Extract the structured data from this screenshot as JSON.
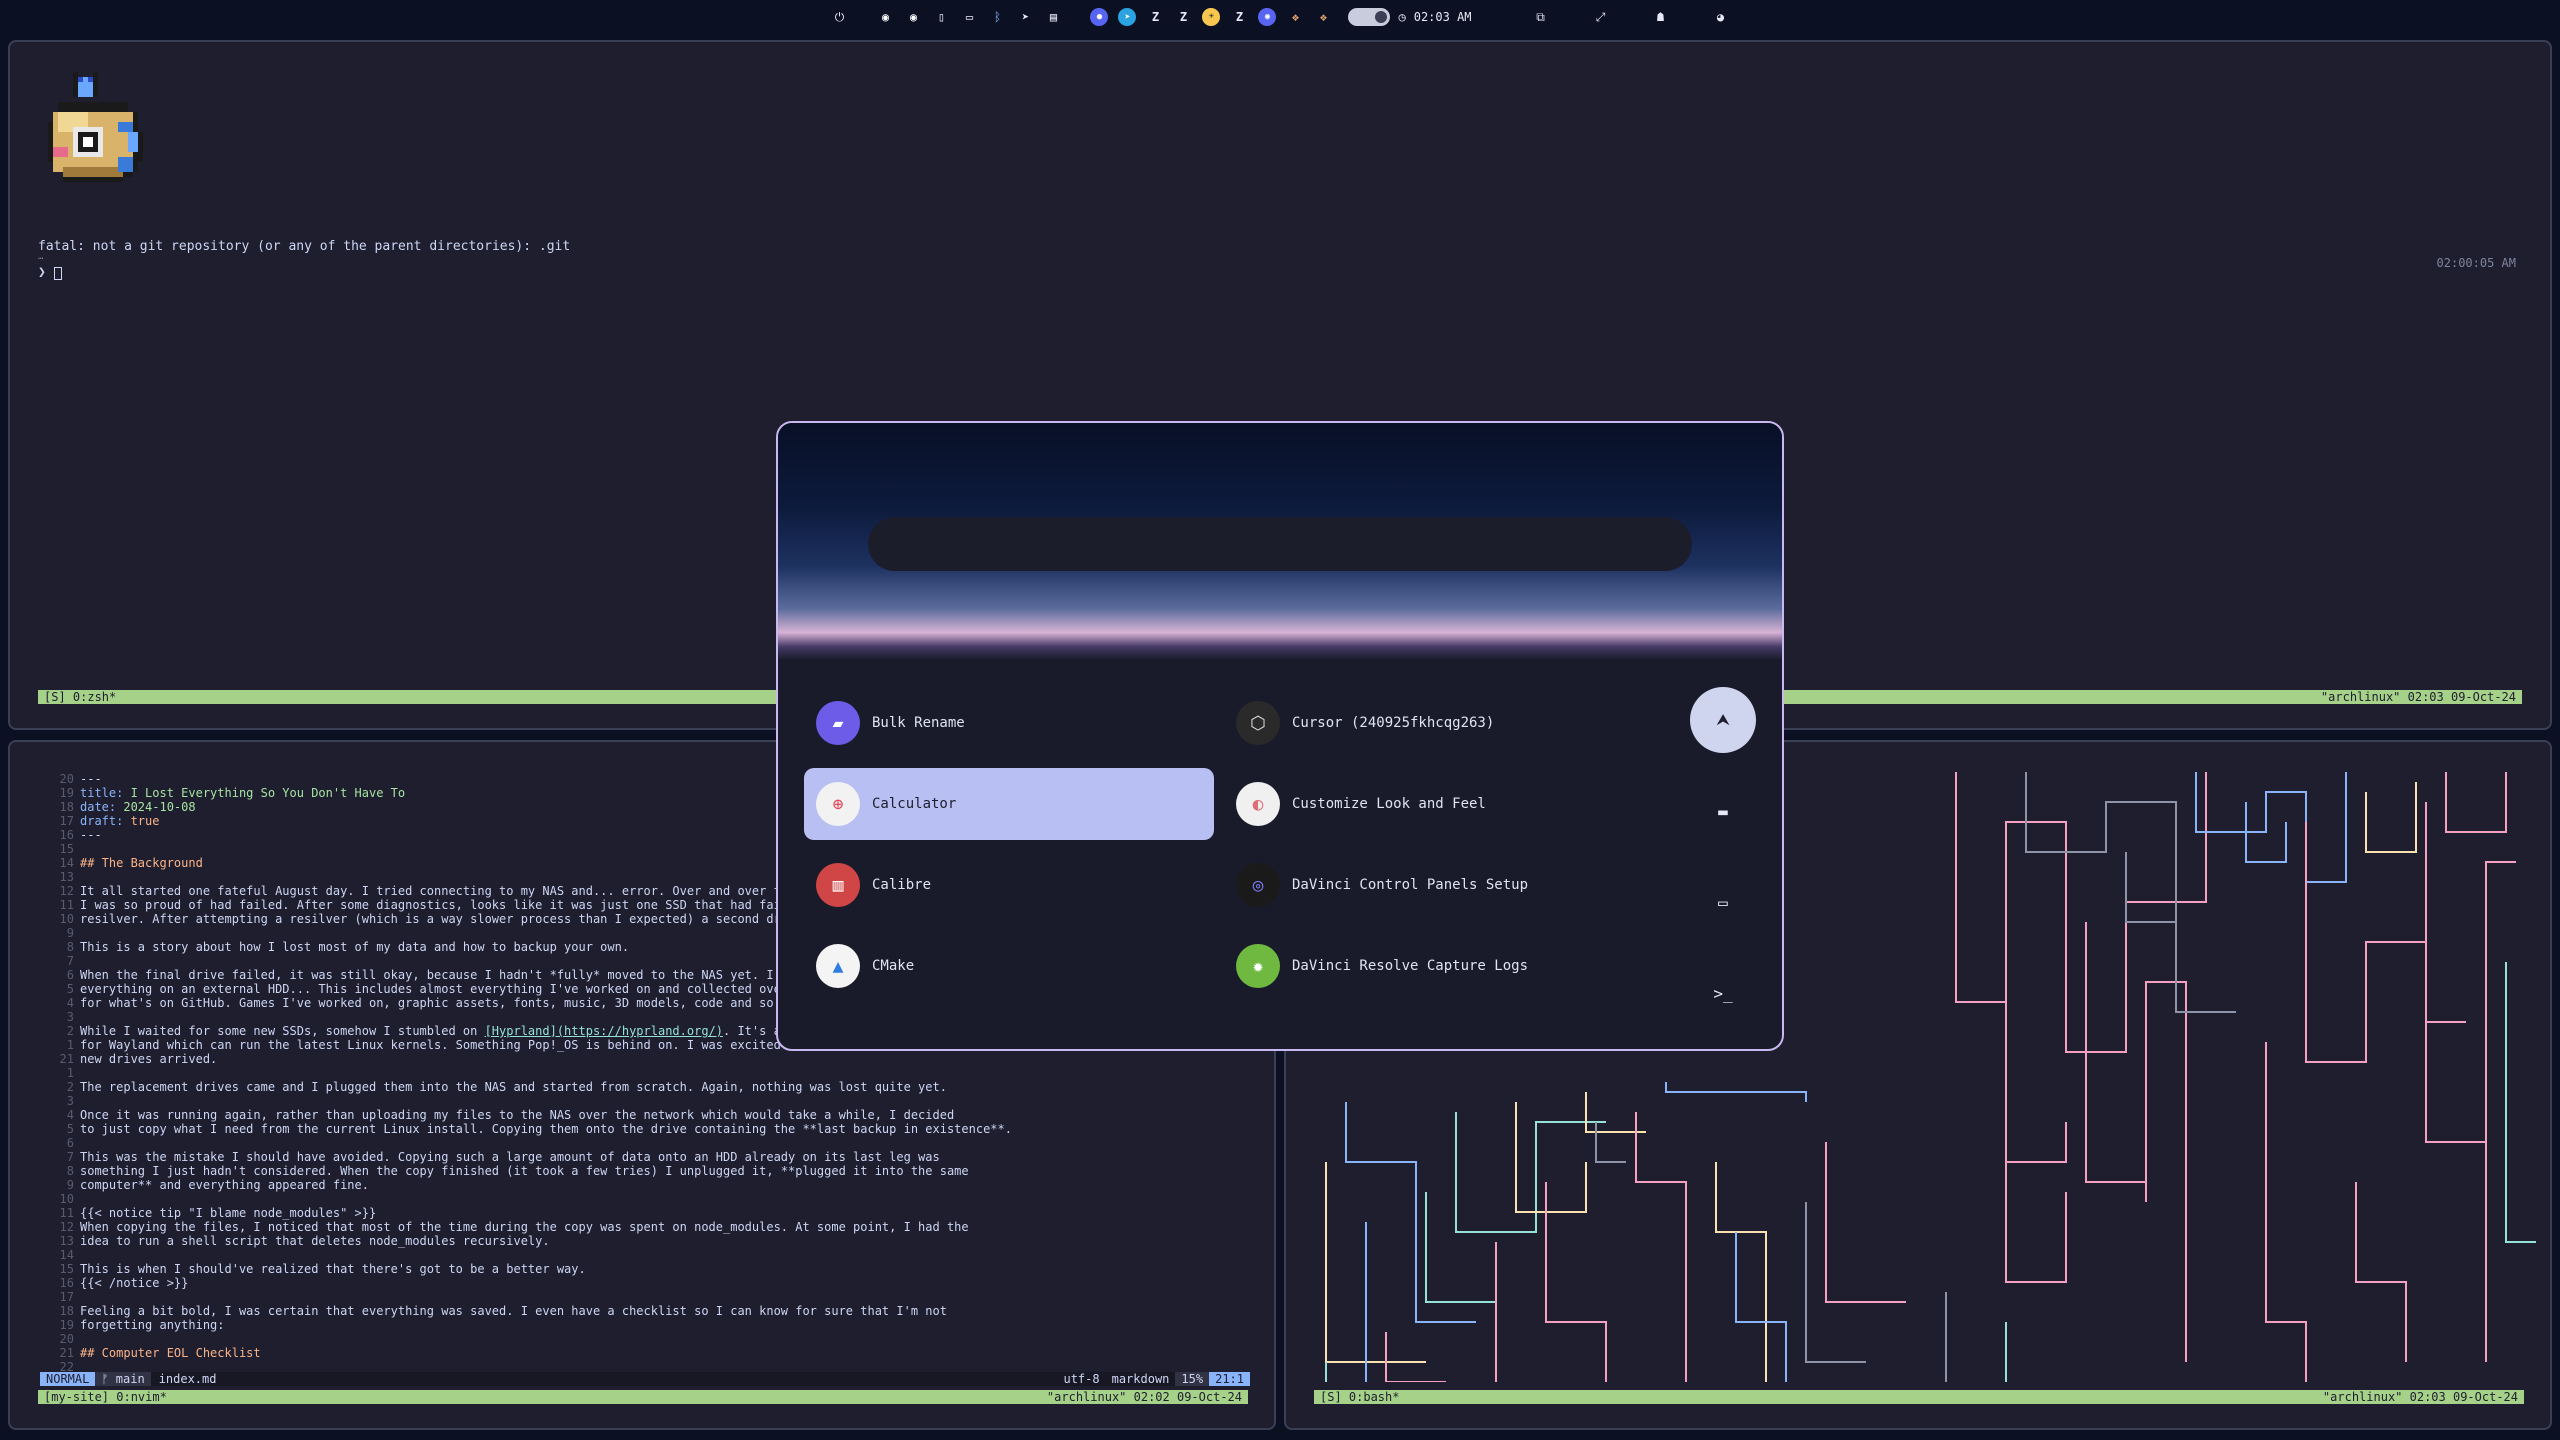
{
  "topbar": {
    "time": "02:03 AM",
    "left_icons": [
      "power-icon"
    ],
    "app_icons": [
      "discord-icon",
      "discord-alt-icon",
      "phone-icon",
      "tablet-icon",
      "bluetooth-icon",
      "telegram-icon",
      "card-icon"
    ],
    "tray_icons": [
      "blue-circle-icon",
      "telegram-tray-icon",
      "z-icon",
      "z-alt-icon",
      "sun-icon",
      "z-third-icon",
      "discord-tray-icon",
      "cat-icon",
      "cat-alt-icon",
      "avatar-icon"
    ],
    "right_icons": [
      "workspace-icon",
      "expand-icon",
      "ghost-icon",
      "palette-icon"
    ]
  },
  "top_terminal": {
    "error": "fatal: not a git repository (or any of the parent directories): .git",
    "dots": "…",
    "prompt": "❯ ",
    "right_time": "02:00:05 AM",
    "status_left": "[S] 0:zsh*",
    "status_right": "\"archlinux\" 02:03 09-Oct-24"
  },
  "nvim": {
    "lines": [
      {
        "n": "20",
        "t": "---",
        "cls": ""
      },
      {
        "n": "19",
        "k": "title:",
        "v": " I Lost Everything So You Don't Have To",
        "cls": "fm"
      },
      {
        "n": "18",
        "k": "date:",
        "v": " 2024-10-08",
        "cls": "fm"
      },
      {
        "n": "17",
        "k": "draft:",
        "b": " true",
        "cls": "fmb"
      },
      {
        "n": "16",
        "t": "---",
        "cls": ""
      },
      {
        "n": "15",
        "t": "",
        "cls": ""
      },
      {
        "n": "14",
        "t": "## The Background",
        "cls": "heading"
      },
      {
        "n": "13",
        "t": "",
        "cls": ""
      },
      {
        "n": "12",
        "t": "It all started one fateful August day. I tried connecting to my NAS and... error. Over and over the",
        "cls": ""
      },
      {
        "n": "11",
        "t": "I was so proud of had failed. After some diagnostics, looks like it was just one SSD that had failed",
        "cls": ""
      },
      {
        "n": "10",
        "t": "resilver. After attempting a resilver (which is a way slower process than I expected) a second drive",
        "cls": ""
      },
      {
        "n": "9",
        "t": "",
        "cls": ""
      },
      {
        "n": "8",
        "t": "This is a story about how I lost most of my data and how to backup your own.",
        "cls": ""
      },
      {
        "n": "7",
        "t": "",
        "cls": ""
      },
      {
        "n": "6",
        "t": "When the final drive failed, it was still okay, because I hadn't *fully* moved to the NAS yet. I kept",
        "cls": ""
      },
      {
        "n": "5",
        "t": "everything on an external HDD... This includes almost everything I've worked on and collected over t",
        "cls": ""
      },
      {
        "n": "4",
        "t": "for what's on GitHub. Games I've worked on, graphic assets, fonts, music, 3D models, code and so on.",
        "cls": ""
      },
      {
        "n": "3",
        "t": "",
        "cls": ""
      },
      {
        "n": "2",
        "pre": "While I waited for some new SSDs, somehow I stumbled on ",
        "link": "[Hyprland](https://hyprland.org/)",
        "post": ". It's a mi",
        "cls": "link"
      },
      {
        "n": "1",
        "t": "for Wayland which can run the latest Linux kernels. Something Pop!_OS is behind on. I was excited to",
        "cls": ""
      },
      {
        "n": "21",
        "t": "new drives arrived.",
        "cls": ""
      },
      {
        "n": "1",
        "t": "",
        "cls": ""
      },
      {
        "n": "2",
        "t": "The replacement drives came and I plugged them into the NAS and started from scratch. Again, nothing was lost quite yet.",
        "cls": ""
      },
      {
        "n": "3",
        "t": "",
        "cls": ""
      },
      {
        "n": "4",
        "t": "Once it was running again, rather than uploading my files to the NAS over the network which would take a while, I decided",
        "cls": ""
      },
      {
        "n": "5",
        "t": "to just copy what I need from the current Linux install. Copying them onto the drive containing the **last backup in existence**.",
        "cls": ""
      },
      {
        "n": "6",
        "t": "",
        "cls": ""
      },
      {
        "n": "7",
        "t": "This was the mistake I should have avoided. Copying such a large amount of data onto an HDD already on its last leg was",
        "cls": ""
      },
      {
        "n": "8",
        "t": "something I just hadn't considered. When the copy finished (it took a few tries) I unplugged it, **plugged it into the same",
        "cls": ""
      },
      {
        "n": "9",
        "t": "computer** and everything appeared fine.",
        "cls": ""
      },
      {
        "n": "10",
        "t": "",
        "cls": ""
      },
      {
        "n": "11",
        "t": "{{< notice tip \"I blame node_modules\" >}}",
        "cls": ""
      },
      {
        "n": "12",
        "t": "When copying the files, I noticed that most of the time during the copy was spent on node_modules. At some point, I had the",
        "cls": ""
      },
      {
        "n": "13",
        "t": "idea to run a shell script that deletes node_modules recursively.",
        "cls": ""
      },
      {
        "n": "14",
        "t": "",
        "cls": ""
      },
      {
        "n": "15",
        "t": "This is when I should've realized that there's got to be a better way.",
        "cls": ""
      },
      {
        "n": "16",
        "t": "{{< /notice >}}",
        "cls": ""
      },
      {
        "n": "17",
        "t": "",
        "cls": ""
      },
      {
        "n": "18",
        "t": "Feeling a bit bold, I was certain that everything was saved. I even have a checklist so I can know for sure that I'm not",
        "cls": ""
      },
      {
        "n": "19",
        "t": "forgetting anything:",
        "cls": ""
      },
      {
        "n": "20",
        "t": "",
        "cls": ""
      },
      {
        "n": "21",
        "t": "## Computer EOL Checklist",
        "cls": "heading"
      },
      {
        "n": "22",
        "t": "",
        "cls": ""
      }
    ],
    "mode": "NORMAL",
    "branch": "ᚠ main",
    "file": "index.md",
    "encoding": "utf-8",
    "filetype": "markdown",
    "percent": "15%",
    "position": "21:1",
    "status_left": "[my-site] 0:nvim*",
    "status_right": "\"archlinux\" 02:02 09-Oct-24"
  },
  "bash": {
    "status_left": "[S] 0:bash*",
    "status_right": "\"archlinux\" 02:03 09-Oct-24"
  },
  "launcher": {
    "search_placeholder": "",
    "apps": [
      {
        "label": "Bulk Rename",
        "icon": "bulk-rename-icon"
      },
      {
        "label": "Cursor (240925fkhcqg263)",
        "icon": "cursor-icon"
      },
      {
        "label": "Calculator",
        "icon": "calculator-icon",
        "selected": true
      },
      {
        "label": "Customize Look and Feel",
        "icon": "customize-icon"
      },
      {
        "label": "Calibre",
        "icon": "calibre-icon"
      },
      {
        "label": "DaVinci Control Panels Setup",
        "icon": "davinci-panels-icon"
      },
      {
        "label": "CMake",
        "icon": "cmake-icon"
      },
      {
        "label": "DaVinci Resolve Capture Logs",
        "icon": "davinci-logs-icon"
      }
    ],
    "side_buttons": [
      "apps-mode-icon",
      "files-mode-icon",
      "window-mode-icon",
      "terminal-mode-icon"
    ]
  }
}
